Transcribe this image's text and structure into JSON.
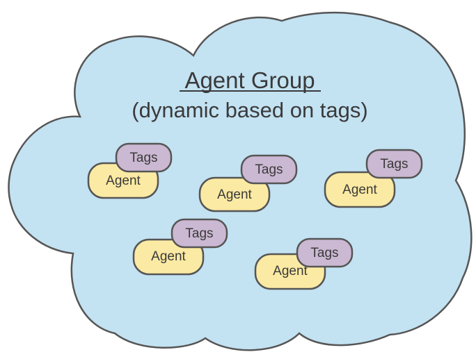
{
  "title": "Agent Group",
  "subtitle": "(dynamic based on tags)",
  "agent_label": "Agent",
  "tags_label": "Tags",
  "nodes": [
    {
      "agent": "Agent",
      "tags": "Tags"
    },
    {
      "agent": "Agent",
      "tags": "Tags"
    },
    {
      "agent": "Agent",
      "tags": "Tags"
    },
    {
      "agent": "Agent",
      "tags": "Tags"
    },
    {
      "agent": "Agent",
      "tags": "Tags"
    }
  ],
  "colors": {
    "cloud_fill": "#c3e2f2",
    "cloud_stroke": "#555555",
    "agent_fill": "#fbeaa3",
    "tags_fill": "#cbb8d2",
    "pill_stroke": "#555555",
    "text": "#3a3a3a"
  }
}
